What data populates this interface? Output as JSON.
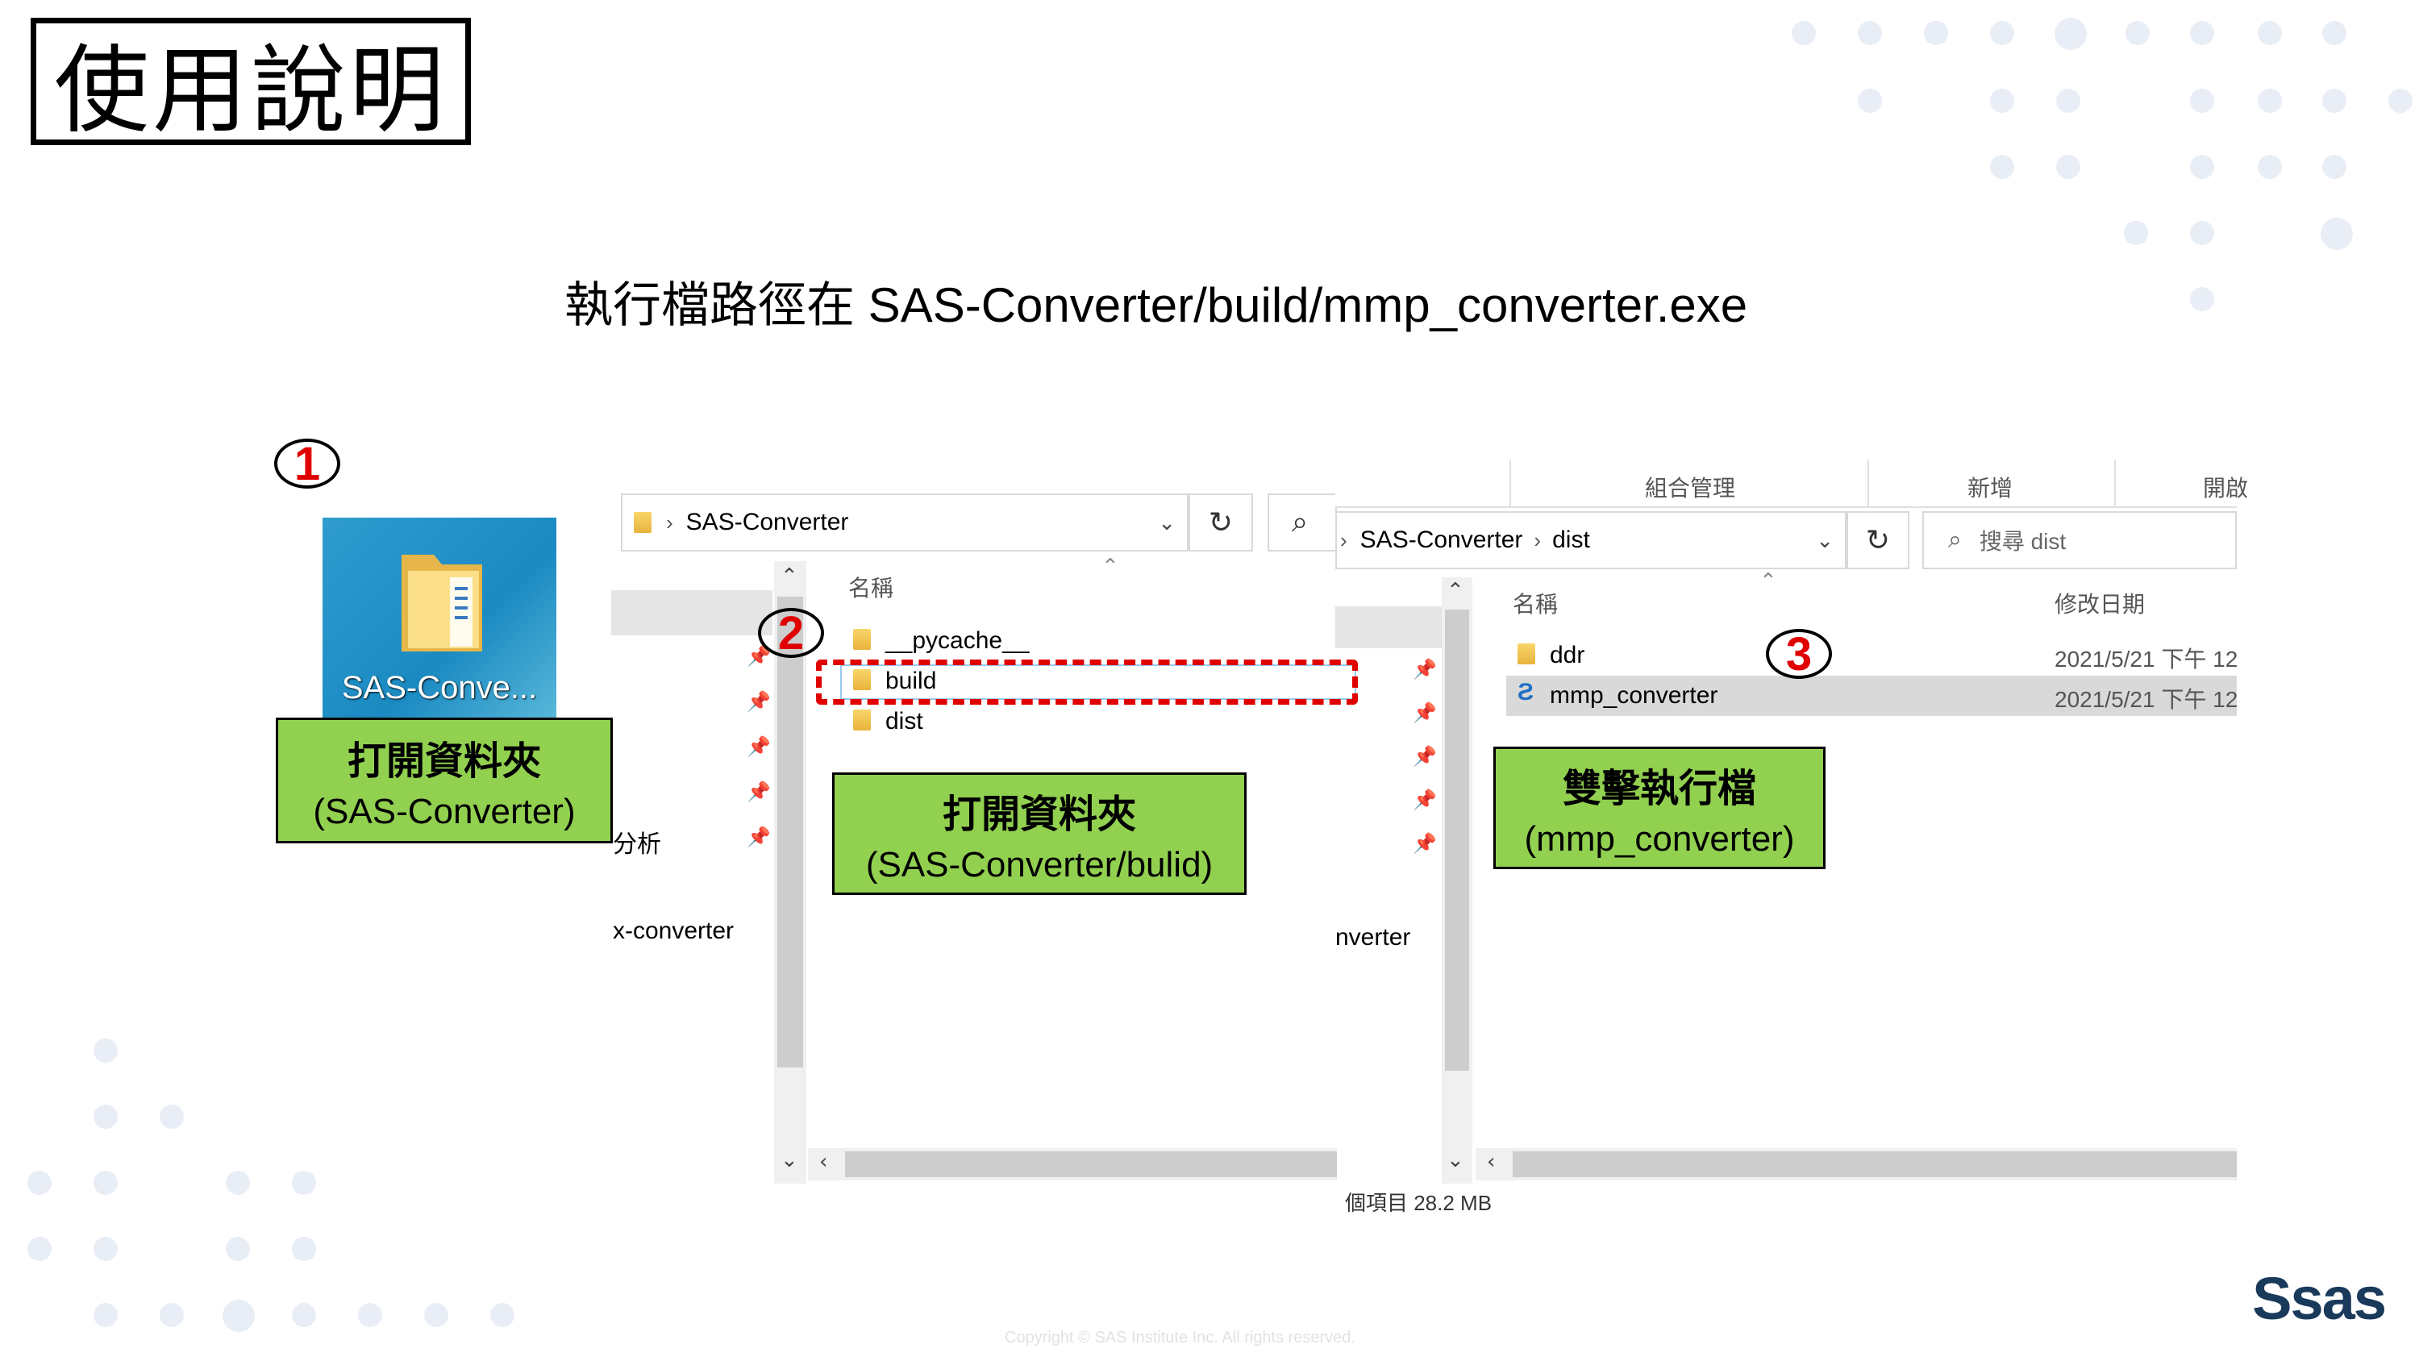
{
  "title": "使用說明",
  "subtitle": "執行檔路徑在 SAS-Converter/build/mmp_converter.exe",
  "steps": [
    "1",
    "2",
    "3"
  ],
  "desktop_icon": {
    "label": "SAS-Conve...",
    "icon": "folder-icon"
  },
  "labels": {
    "open_folder_1": {
      "line1": "打開資料夾",
      "line2": "(SAS-Converter)"
    },
    "open_folder_2": {
      "line1": "打開資料夾",
      "line2": "(SAS-Converter/bulid)"
    },
    "double_click": {
      "line1": "雙擊執行檔",
      "line2": "(mmp_converter)"
    }
  },
  "explorer1": {
    "address": "SAS-Converter",
    "column_name": "名稱",
    "items": [
      "__pycache__",
      "build",
      "dist"
    ],
    "sidebar_fragments": [
      "分析",
      "x-converter"
    ]
  },
  "explorer2": {
    "ribbon": [
      "組合管理",
      "新增",
      "開啟"
    ],
    "address_part1": "SAS-Converter",
    "address_part2": "dist",
    "search_placeholder": "搜尋 dist",
    "column_name": "名稱",
    "column_date": "修改日期",
    "items": [
      {
        "name": "ddr",
        "date": "2021/5/21 下午 12"
      },
      {
        "name": "mmp_converter",
        "date": "2021/5/21 下午 12"
      }
    ],
    "sidebar_fragment": "nverter",
    "status": "個項目  28.2 MB"
  },
  "footer": {
    "copyright": "Copyright © SAS Institute Inc. All rights reserved.",
    "logo": "Ssas"
  },
  "colors": {
    "accent_red": "#e00000",
    "label_green": "#92d050",
    "dots": "#e9eef6"
  }
}
